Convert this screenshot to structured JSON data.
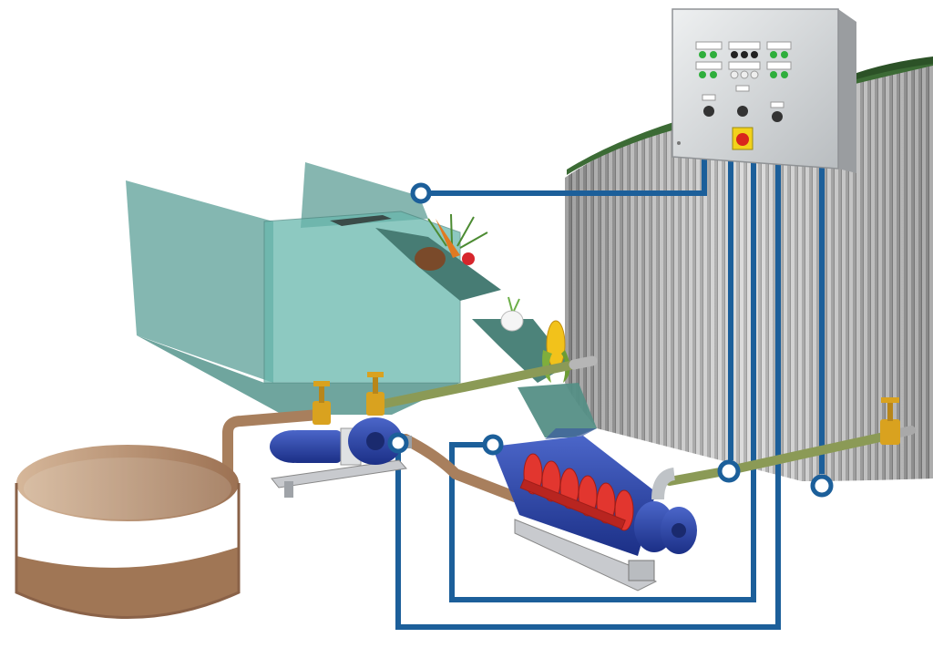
{
  "diagram": {
    "components": [
      {
        "id": "control-cabinet",
        "kind": "electrical control panel with indicator lights, selector switches and emergency stop"
      },
      {
        "id": "digester-tank",
        "kind": "corrugated steel digester tank with green roof"
      },
      {
        "id": "feed-hopper",
        "kind": "translucent green feed hopper"
      },
      {
        "id": "solids-feed",
        "kind": "biomass input: grass, carrot, potato, radish, turnip, corn cob"
      },
      {
        "id": "screw-mixer",
        "kind": "blue mixing unit with red auger screw"
      },
      {
        "id": "rotary-lobe-pump",
        "kind": "blue rotary lobe pump on skid frame"
      },
      {
        "id": "liquid-tank",
        "kind": "open round pre-storage tank"
      },
      {
        "id": "valves",
        "kind": "yellow gate valves"
      },
      {
        "id": "pipes",
        "kind": "brown and olive process pipes"
      },
      {
        "id": "control-wiring",
        "kind": "blue signal lines from cabinet to equipment, ending in ring sensors"
      }
    ],
    "colors": {
      "signal_line": "#1c5f9a",
      "hopper": "#5aa89c",
      "auger": "#e2362f",
      "equipment": "#243c9a",
      "pipe_brown": "#a87f5d",
      "pipe_green": "#8b9a56",
      "valve": "#d9a21f",
      "tank_wall": "#c5c5c5",
      "tank_roof": "#3c6b35",
      "cabinet": "#dcdedf"
    }
  }
}
